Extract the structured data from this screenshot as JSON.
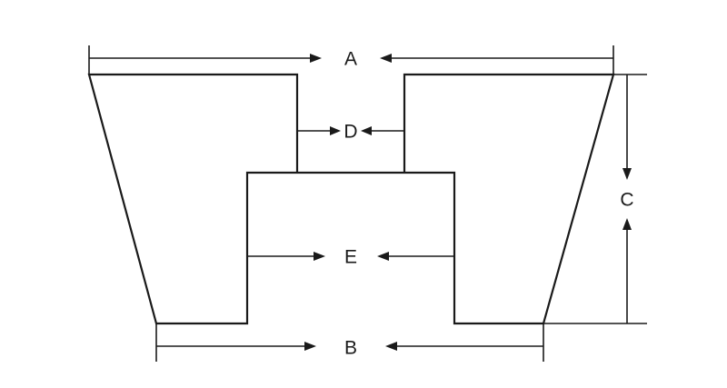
{
  "diagram": {
    "labels": {
      "a": "A",
      "b": "B",
      "c": "C",
      "d": "D",
      "e": "E"
    },
    "line_color": "#1a1a1a",
    "background": "#ffffff"
  }
}
